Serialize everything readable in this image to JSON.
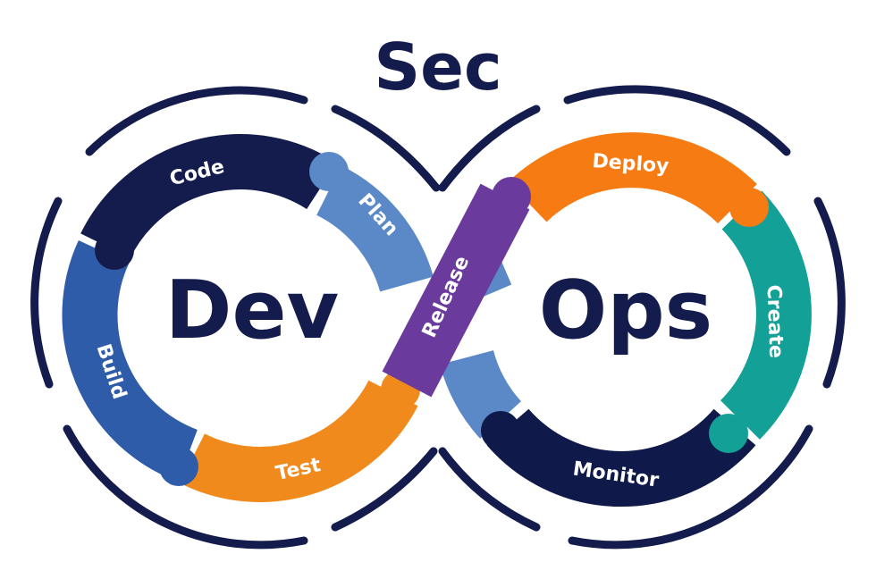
{
  "title": "Sec",
  "left_label": "Dev",
  "right_label": "Ops",
  "stages": {
    "code": "Code",
    "plan": "Plan",
    "build": "Build",
    "test": "Test",
    "release": "Release",
    "deploy": "Deploy",
    "create": "Create",
    "monitor": "Monitor"
  },
  "colors": {
    "navy": "#141b4d",
    "dark_navy": "#0f1a4a",
    "steel_blue": "#2f5ca8",
    "light_blue": "#5b89c8",
    "orange": "#f08a1c",
    "bright_orange": "#f57b12",
    "purple": "#6a3a9c",
    "teal": "#13a096"
  }
}
